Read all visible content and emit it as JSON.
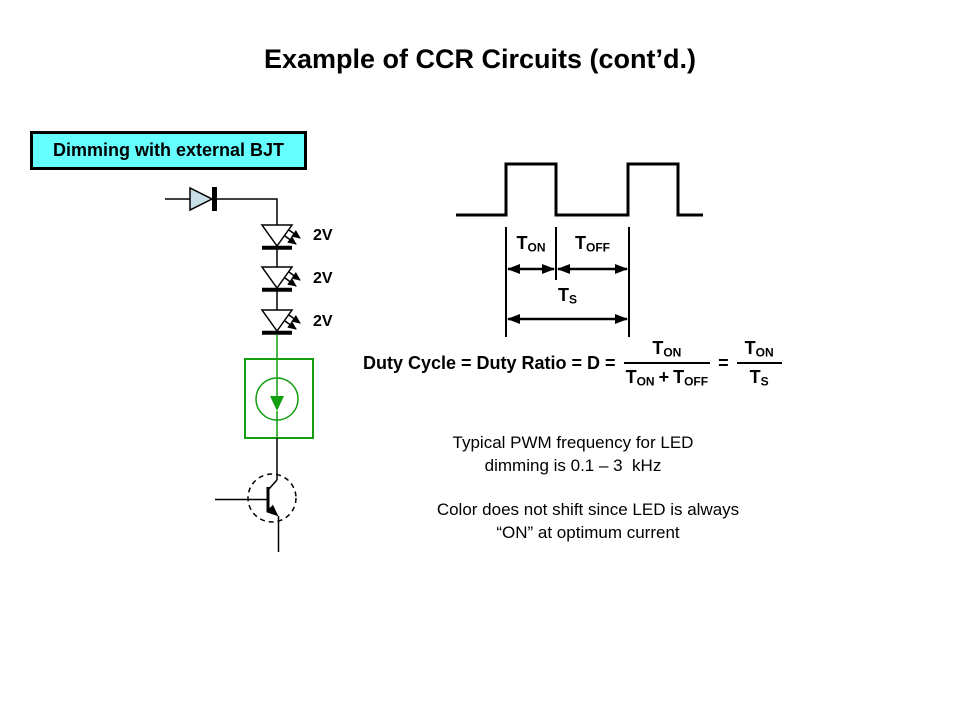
{
  "slide": {
    "title": "Example of CCR Circuits (cont’d.)"
  },
  "callout": {
    "label": "Dimming with external BJT",
    "fill_color": "#66FFFF"
  },
  "circuit": {
    "led_labels": [
      "2V",
      "2V",
      "2V"
    ],
    "source_color": "#119E11",
    "diode_fill": "#C8DFE8",
    "wire_color": "#000000"
  },
  "timing": {
    "t_on": {
      "base": "T",
      "sub": "ON"
    },
    "t_off": {
      "base": "T",
      "sub": "OFF"
    },
    "t_s": {
      "base": "T",
      "sub": "S"
    }
  },
  "formula": {
    "lhs": "Duty Cycle = Duty Ratio = D =",
    "numerator1": {
      "base": "T",
      "sub": "ON"
    },
    "denominator1": {
      "a_base": "T",
      "a_sub": "ON",
      "plus": "+",
      "b_base": "T",
      "b_sub": "OFF"
    },
    "equals": "=",
    "numerator2": {
      "base": "T",
      "sub": "ON"
    },
    "denominator2": {
      "base": "T",
      "sub": "S"
    }
  },
  "notes": {
    "pwm_frequency": {
      "line1": "Typical PWM frequency for LED",
      "line2": "dimming is 0.1 – 3  kHz"
    },
    "color_shift": {
      "line1": "Color does not shift since LED is always",
      "line2": "“ON” at optimum current"
    }
  }
}
